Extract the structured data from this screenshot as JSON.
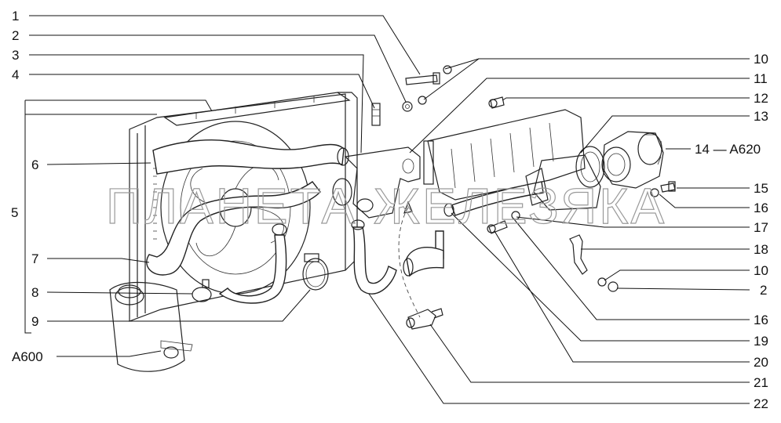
{
  "watermark": "ПЛАНЕТА ЖЕЛЕЗЯКА",
  "labels": {
    "l1": "1",
    "l2": "2",
    "l3": "3",
    "l4": "4",
    "l5": "5",
    "l6": "6",
    "l7": "7",
    "l8": "8",
    "l9": "9",
    "a600": "A600",
    "r10": "10",
    "r11": "11",
    "r12": "12",
    "r13": "13",
    "r14": "14 — A620",
    "r15": "15",
    "r16": "16",
    "r17": "17",
    "r18": "18",
    "r10b": "10",
    "r2": "2",
    "r16b": "16",
    "r19": "19",
    "r20": "20",
    "r21": "21",
    "r22": "22"
  }
}
